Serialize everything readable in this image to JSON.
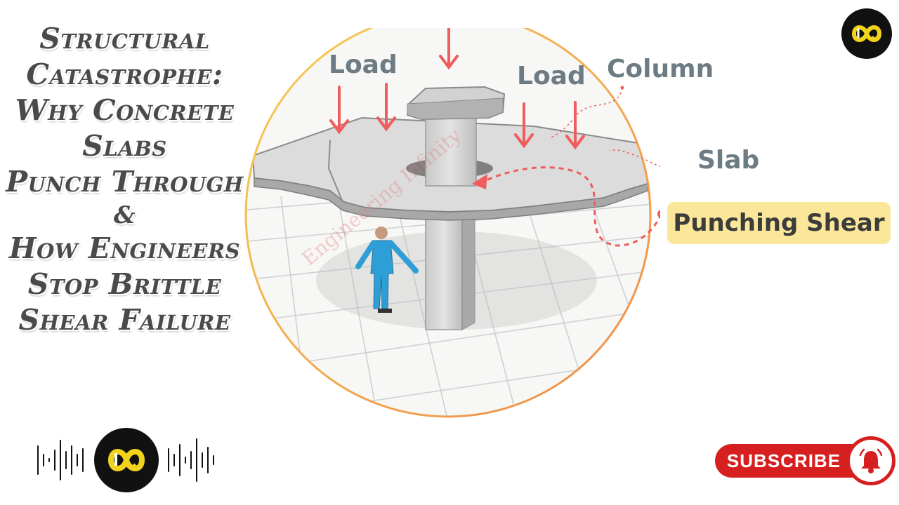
{
  "title": {
    "lines": [
      "Structural",
      "Catastrophe:",
      "Why Concrete",
      "Slabs",
      "Punch Through",
      "&",
      "How Engineers",
      "Stop Brittle",
      "Shear Failure"
    ]
  },
  "diagram": {
    "labels": {
      "load_left": "Load",
      "load_right": "Load",
      "column": "Column",
      "slab": "Slab",
      "punching_shear": "Punching Shear"
    },
    "watermark": "Engineering Infinity",
    "colors": {
      "ring_start": "#f6cf55",
      "ring_end": "#f08a4b",
      "arrow": "#ef5d5d",
      "highlight": "#fbe79a"
    }
  },
  "branding": {
    "logo_icon": "infinity-logo-icon",
    "logo_colors": {
      "ring": "#f2d31b",
      "inner": "#111111"
    }
  },
  "subscribe": {
    "label": "SUBSCRIBE",
    "icon": "bell-icon",
    "color": "#d61f1f"
  }
}
